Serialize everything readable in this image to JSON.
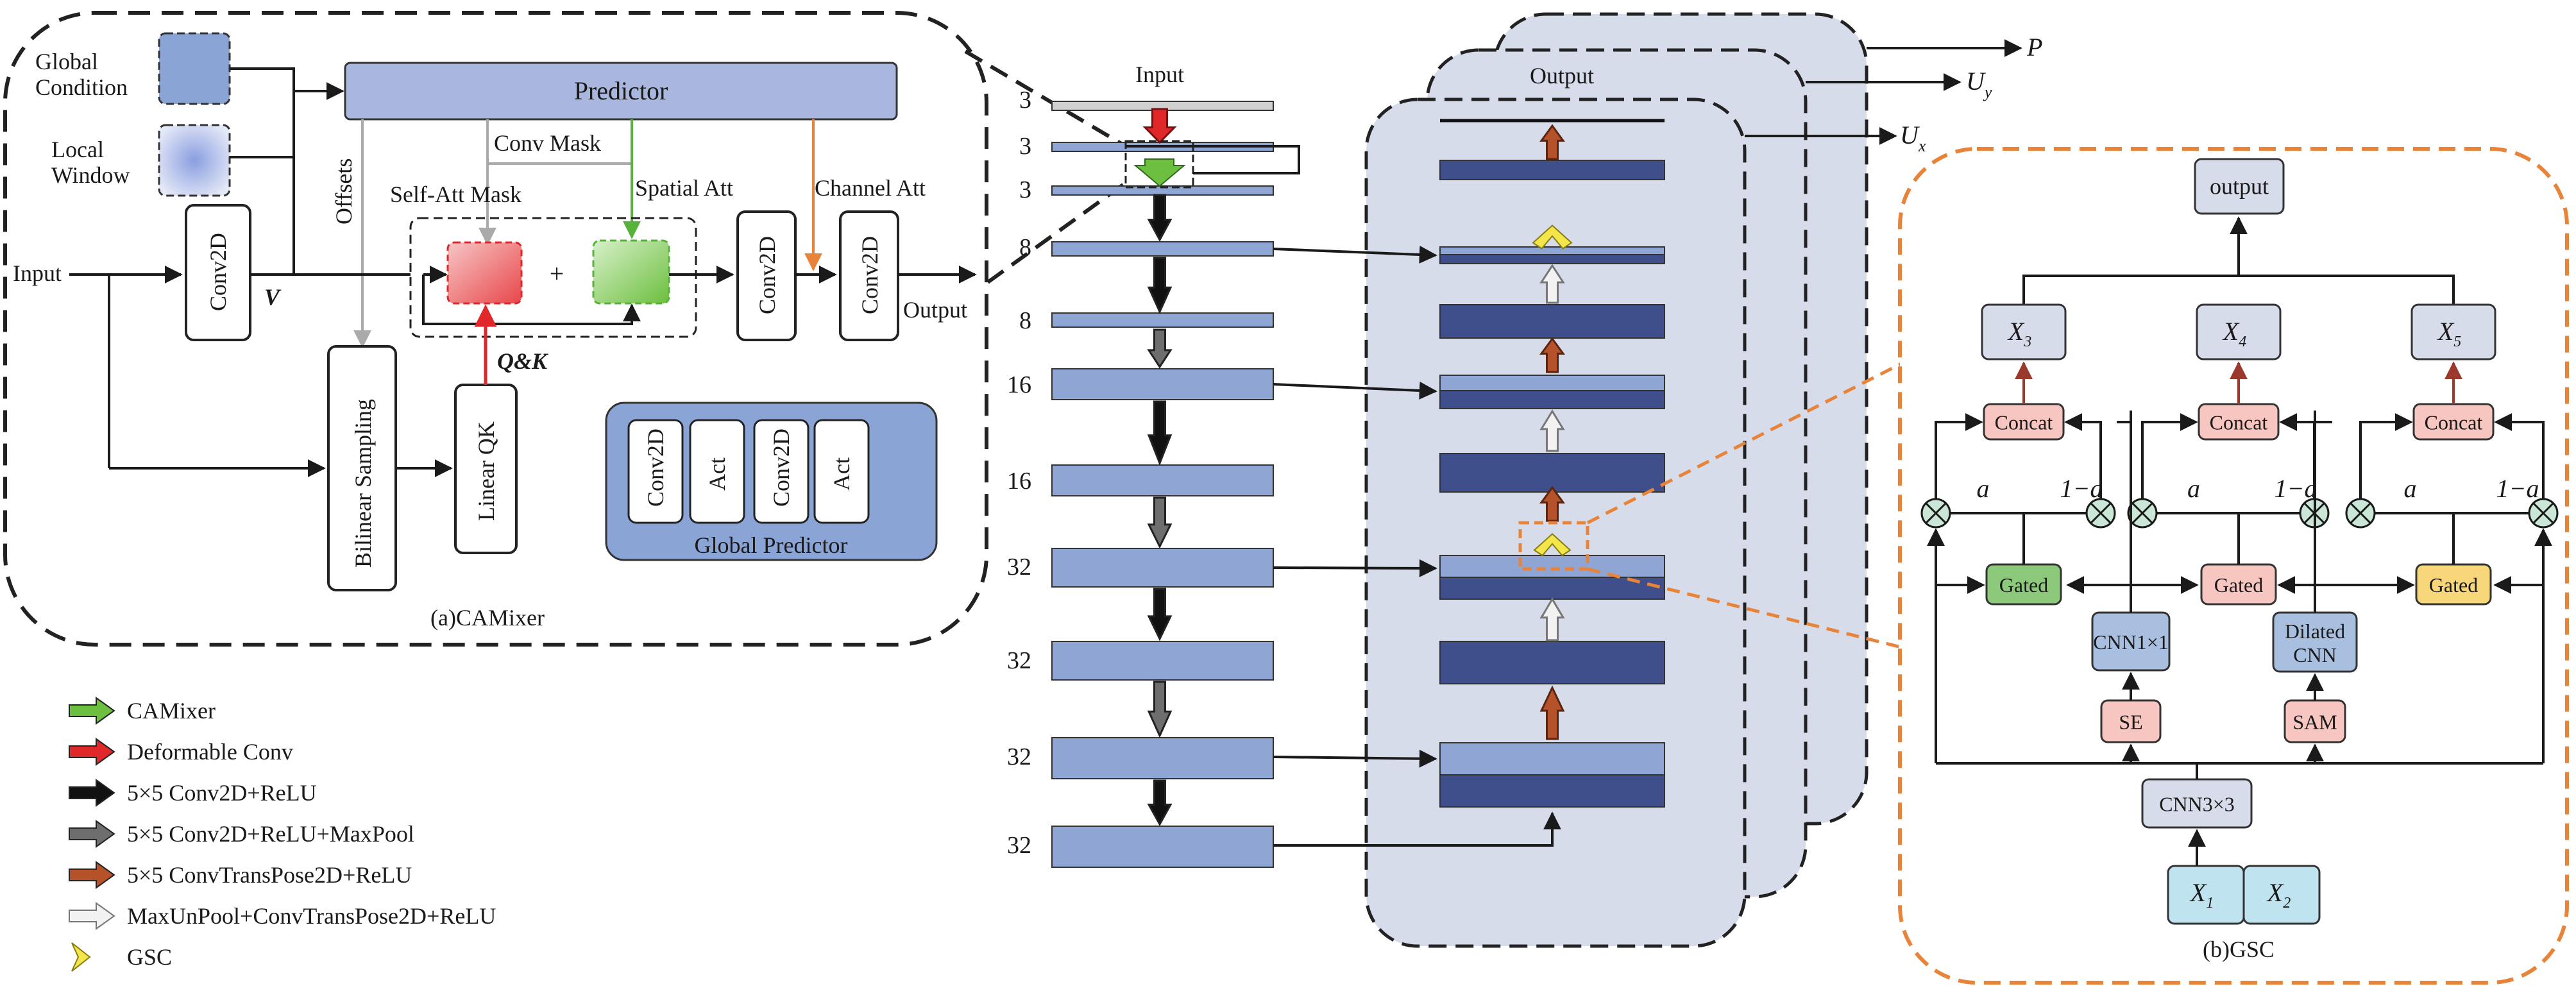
{
  "camixer": {
    "caption": "(a)CAMixer",
    "global_condition": "Global\nCondition",
    "local_window": "Local\nWindow",
    "predictor": "Predictor",
    "offsets": "Offsets",
    "conv_mask": "Conv Mask",
    "spatial_att": "Spatial Att",
    "channel_att": "Channel Att",
    "self_att_mask": "Self-Att Mask",
    "input": "Input",
    "conv2d": "Conv2D",
    "v": "V",
    "plus": "+",
    "qk_label": "Q&K",
    "output": "Output",
    "bilinear_sampling": "Bilinear Sampling",
    "linear_qk": "Linear QK",
    "global_predictor": {
      "title": "Global Predictor",
      "blocks": [
        "Conv2D",
        "Act",
        "Conv2D",
        "Act"
      ]
    }
  },
  "legend": {
    "items": [
      {
        "icon": "green-arrow-icon",
        "label": "CAMixer",
        "color": "#6cbf3f"
      },
      {
        "icon": "red-arrow-icon",
        "label": "Deformable Conv",
        "color": "#e0282b"
      },
      {
        "icon": "black-arrow-icon",
        "label": "5×5 Conv2D+ReLU",
        "color": "#111111"
      },
      {
        "icon": "gray-arrow-icon",
        "label": "5×5 Conv2D+ReLU+MaxPool",
        "color": "#6e6e6e"
      },
      {
        "icon": "orange-arrow-icon",
        "label": "5×5 ConvTransPose2D+ReLU",
        "color": "#b5522a"
      },
      {
        "icon": "white-arrow-icon",
        "label": "MaxUnPool+ConvTransPose2D+ReLU",
        "color": "#f2f2f2"
      },
      {
        "icon": "chevron-icon",
        "label": "GSC",
        "color": "#f2e64a"
      }
    ]
  },
  "network": {
    "input_label": "Input",
    "output_label": "Output",
    "channels": [
      "3",
      "3",
      "3",
      "8",
      "8",
      "16",
      "16",
      "32",
      "32",
      "32",
      "32"
    ],
    "outputs": [
      "P",
      "U_y",
      "U_x"
    ]
  },
  "gsc": {
    "caption": "(b)GSC",
    "output": "output",
    "x_top": [
      "X_3",
      "X_4",
      "X_5"
    ],
    "concat": "Concat",
    "gated": "Gated",
    "alpha": "a",
    "one_minus_alpha": "1−a",
    "cnn1x1": "CNN1×1",
    "dilated_cnn": "Dilated\nCNN",
    "se": "SE",
    "sam": "SAM",
    "cnn3x3": "CNN3×3",
    "x_in": [
      "X_1",
      "X_2"
    ]
  },
  "colors": {
    "block_light": "#8fa5d3",
    "block_dark": "#3f4f8c",
    "panel_bg": "#d6dcea",
    "gsc_border": "#e8843a",
    "predictor_fill": "#a9b7de"
  }
}
